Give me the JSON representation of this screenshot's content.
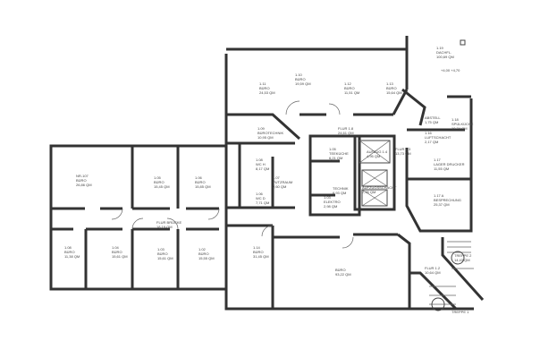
{
  "rooms": [
    {
      "no": "1.11",
      "name": "BÜRO",
      "area": "24,53 QM"
    },
    {
      "no": "1.10",
      "name": "BÜRO",
      "area": "19,59 QM"
    },
    {
      "no": "1.12",
      "name": "BÜRO",
      "area": "11,51 QM"
    },
    {
      "no": "1.13",
      "name": "BÜRO",
      "area": "15,64 QM"
    },
    {
      "no": "1.19",
      "name": "DACHFL.",
      "area": "100,69 QM"
    },
    {
      "no": "1.09",
      "name": "BÜROTECHNIK",
      "area": "10,95 QM"
    },
    {
      "no": "",
      "name": "FLUR 1.8",
      "area": "24,61 QM"
    },
    {
      "no": "1.18",
      "name": "SPÜLKÜCHE",
      "area": "10,74 QM"
    },
    {
      "no": "",
      "name": "ABSTELL",
      "area": "1,75 QM"
    },
    {
      "no": "1.16",
      "name": "LUFTSCHACHT",
      "area": "2,17 QM"
    },
    {
      "no": "",
      "name": "FLUR 1.3",
      "area": "13,73 QM"
    },
    {
      "no": "1.17",
      "name": "LAGER DRUCKER",
      "area": "11,55 QM"
    },
    {
      "no": "1.17 A",
      "name": "BESPRECHUNG",
      "area": "25,37 QM"
    },
    {
      "no": "",
      "name": "TREPPE 2",
      "area": "14,43 QM"
    },
    {
      "no": "",
      "name": "FLUR 1.2",
      "area": "10,64 QM"
    },
    {
      "no": "",
      "name": "TREPPE 1",
      "area": ""
    },
    {
      "no": "1.08",
      "name": "WC H",
      "area": "8,17 QM"
    },
    {
      "no": "1.07",
      "name": "PUTZRAUM",
      "area": "2,60 QM"
    },
    {
      "no": "1.06",
      "name": "WC D",
      "area": "7,71 QM"
    },
    {
      "no": "1.05",
      "name": "TEEKÜCHE",
      "area": "6,21 QM"
    },
    {
      "no": "",
      "name": "AUFZUG 1.4",
      "area": "4,95 QM"
    },
    {
      "no": "",
      "name": "TECHNIK",
      "area": "6,93 QM"
    },
    {
      "no": "",
      "name": "AUFZUGSSCHACHT",
      "area": "7,95 QM"
    },
    {
      "no": "1.03",
      "name": "ELEKTRO",
      "area": "2,98 QM"
    },
    {
      "no": "1.14",
      "name": "BÜRO",
      "area": "31,45 QM"
    },
    {
      "no": "",
      "name": "BÜRO",
      "area": "93,22 QM"
    },
    {
      "no": "NR-107",
      "name": "BÜRO",
      "area": "26,86 QM"
    },
    {
      "no": "1.05",
      "name": "BÜRO",
      "area": "15,45 QM"
    },
    {
      "no": "1.06",
      "name": "BÜRO",
      "area": "15,85 QM"
    },
    {
      "no": "",
      "name": "FLUR BRÜCKE",
      "area": "18,19 QM"
    },
    {
      "no": "1.08",
      "name": "BÜRO",
      "area": "11,38 QM"
    },
    {
      "no": "1.04",
      "name": "BÜRO",
      "area": "15,61 QM"
    },
    {
      "no": "1.03",
      "name": "BÜRO",
      "area": "15,61 QM"
    },
    {
      "no": "1.02",
      "name": "BÜRO",
      "area": "15,55 QM"
    }
  ],
  "levels": {
    "roof": "+4,00  +4,70"
  }
}
